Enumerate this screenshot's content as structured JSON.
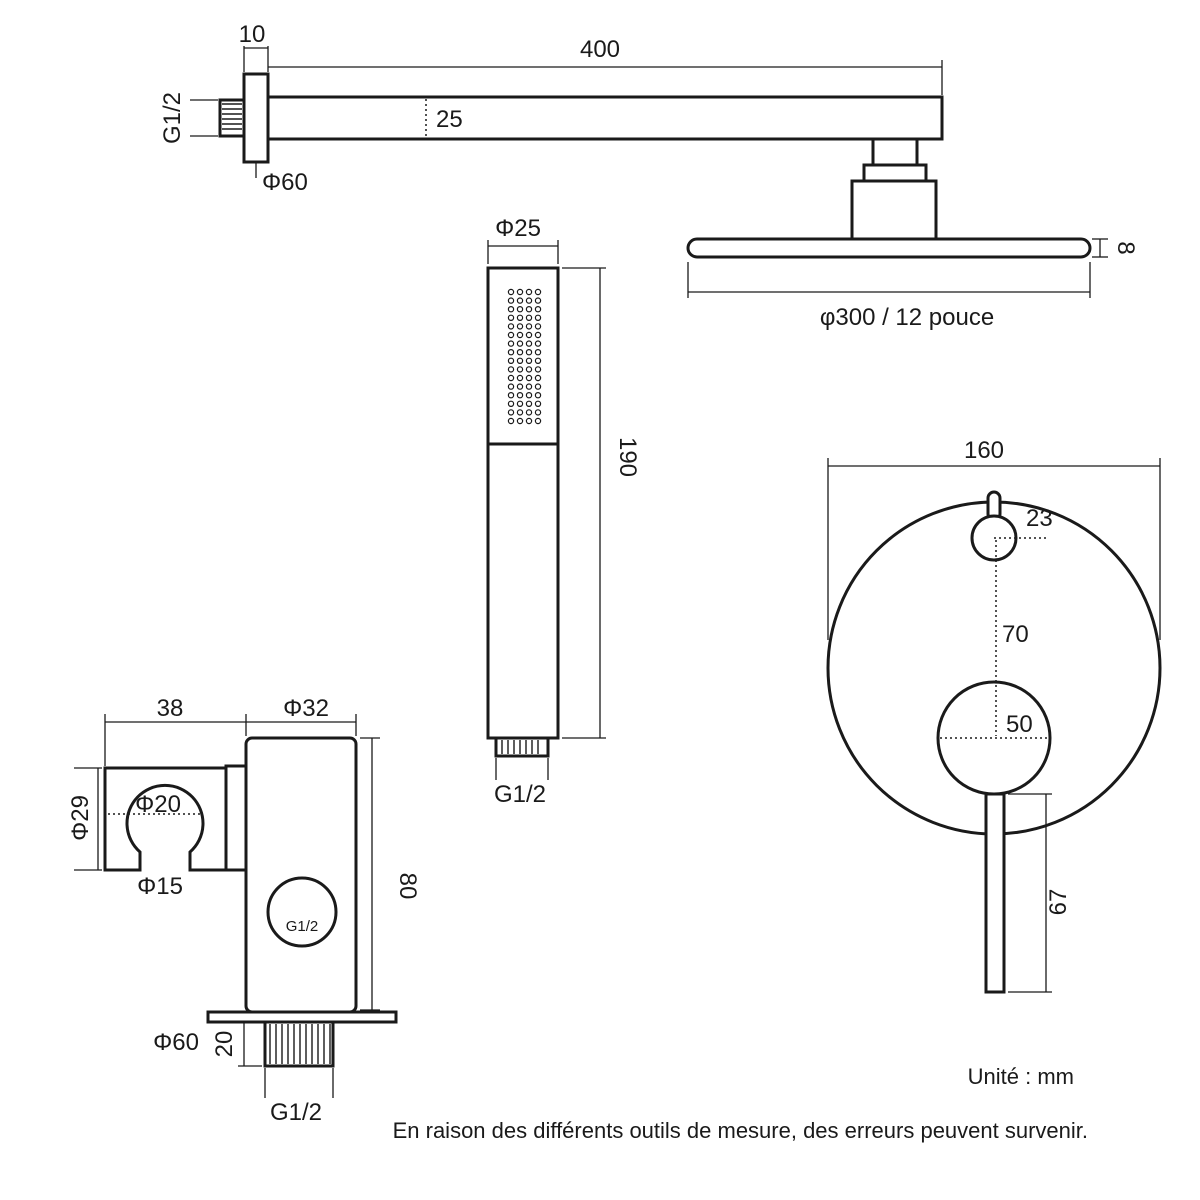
{
  "labels": {
    "arm_flange_width": "10",
    "arm_length": "400",
    "arm_thread": "G1/2",
    "arm_height": "25",
    "arm_flange_diameter": "Φ60",
    "handshower_diameter": "Φ25",
    "handshower_length": "190",
    "handshower_thread": "G1/2",
    "showerhead_thickness": "8",
    "showerhead_diameter": "φ300 / 12 pouce",
    "valve_plate_diameter": "160",
    "valve_knob_diameter": "23",
    "valve_knob_spacing": "70",
    "valve_body_diameter": "50",
    "valve_lever_length": "67",
    "holder_depth": "38",
    "holder_body_diameter": "Φ32",
    "holder_cradle_height": "Φ29",
    "holder_cradle_inner": "Φ20",
    "holder_cradle_slot": "Φ15",
    "holder_height": "80",
    "holder_outlet_thread": "G1/2",
    "holder_flange_diameter": "Φ60",
    "holder_inlet_length": "20",
    "holder_inlet_thread": "G1/2"
  },
  "notes": {
    "unit": "Unité : mm",
    "disclaimer": "En raison des différents outils de mesure, des erreurs peuvent survenir."
  }
}
